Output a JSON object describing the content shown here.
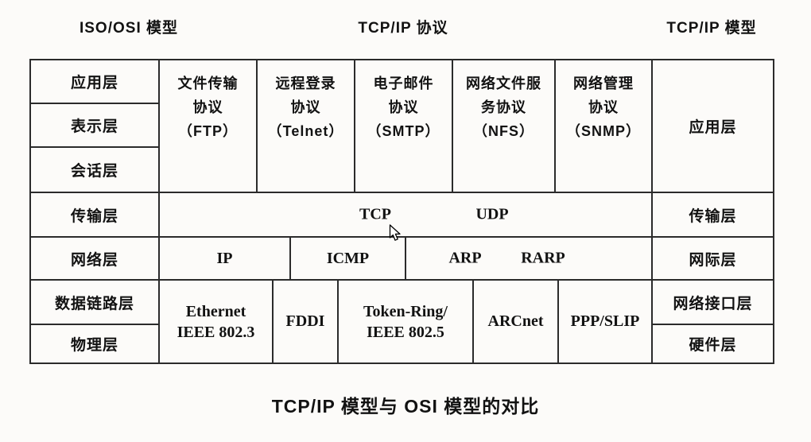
{
  "title_row": {
    "left": "ISO/OSI 模型",
    "center": "TCP/IP 协议",
    "right": "TCP/IP 模型"
  },
  "caption": "TCP/IP 模型与 OSI 模型的对比",
  "osi_layers": [
    "应用层",
    "表示层",
    "会话层",
    "传输层",
    "网络层",
    "数据链路层",
    "物理层"
  ],
  "tcpip_layers": [
    "应用层",
    "传输层",
    "网际层",
    "网络接口层",
    "硬件层"
  ],
  "app_protocols": [
    {
      "lines": [
        "文件传输",
        "协议",
        "（FTP）"
      ]
    },
    {
      "lines": [
        "远程登录",
        "协议",
        "（Telnet）"
      ]
    },
    {
      "lines": [
        "电子邮件",
        "协议",
        "（SMTP）"
      ]
    },
    {
      "lines": [
        "网络文件服",
        "务协议",
        "（NFS）"
      ]
    },
    {
      "lines": [
        "网络管理",
        "协议",
        "（SNMP）"
      ]
    }
  ],
  "transport_protocols": {
    "tcp": "TCP",
    "udp": "UDP"
  },
  "network_protocols": {
    "ip": "IP",
    "icmp": "ICMP",
    "arp": "ARP",
    "rarp": "RARP"
  },
  "link_protocols": [
    {
      "lines": [
        "Ethernet",
        "IEEE 802.3"
      ]
    },
    {
      "lines": [
        "FDDI"
      ]
    },
    {
      "lines": [
        "Token-Ring/",
        "IEEE 802.5"
      ]
    },
    {
      "lines": [
        "ARCnet"
      ]
    },
    {
      "lines": [
        "PPP/SLIP"
      ]
    }
  ],
  "colors": {
    "background": "#fcfbf9",
    "line": "#2b2b2b",
    "text": "#121212"
  }
}
